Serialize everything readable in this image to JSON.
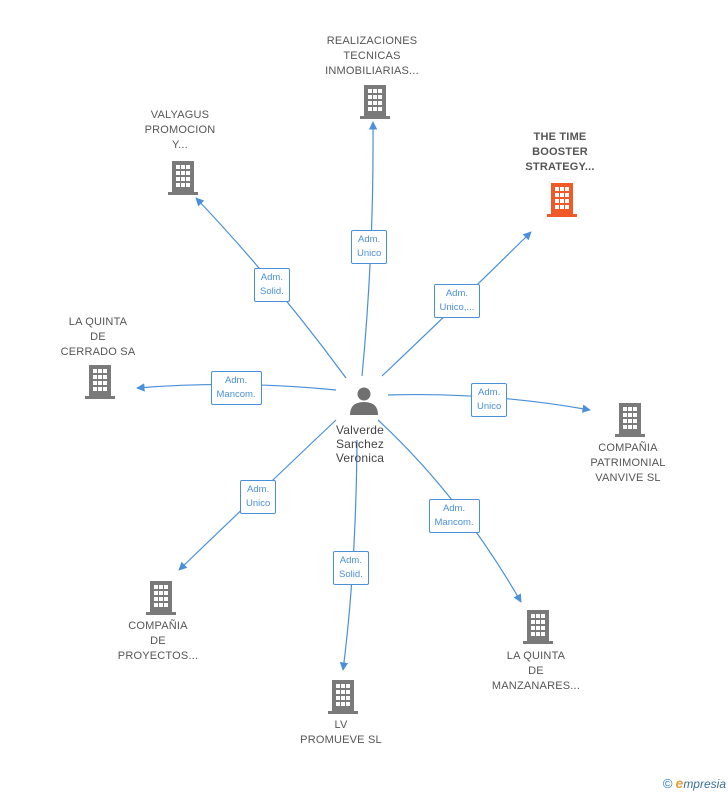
{
  "colors": {
    "edge": "#4a90d9",
    "building": "#7a7a7a",
    "building_highlight": "#f05a28",
    "person": "#707070"
  },
  "center": {
    "name": [
      "Valverde",
      "Sanchez",
      "Veronica"
    ],
    "icon": "person-icon"
  },
  "companies": [
    {
      "id": "realizaciones",
      "name": [
        "REALIZACIONES",
        "TECNICAS",
        "INMOBILIARIAS..."
      ],
      "highlight": false,
      "relation": [
        "Adm.",
        "Unico"
      ]
    },
    {
      "id": "valyagus",
      "name": [
        "VALYAGUS",
        "PROMOCION",
        "Y..."
      ],
      "highlight": false,
      "relation": [
        "Adm.",
        "Solid."
      ]
    },
    {
      "id": "time-booster",
      "name": [
        "THE TIME",
        "BOOSTER",
        "STRATEGY..."
      ],
      "highlight": true,
      "relation": [
        "Adm.",
        "Unico,..."
      ]
    },
    {
      "id": "quinta-cerrado",
      "name": [
        "LA QUINTA",
        "DE",
        "CERRADO SA"
      ],
      "highlight": false,
      "relation": [
        "Adm.",
        "Mancom."
      ]
    },
    {
      "id": "vanvive",
      "name": [
        "COMPAÑIA",
        "PATRIMONIAL",
        "VANVIVE  SL"
      ],
      "highlight": false,
      "relation": [
        "Adm.",
        "Unico"
      ]
    },
    {
      "id": "proyectos",
      "name": [
        "COMPAÑIA",
        "DE",
        "PROYECTOS..."
      ],
      "highlight": false,
      "relation": [
        "Adm.",
        "Unico"
      ]
    },
    {
      "id": "promueve",
      "name": [
        "LV",
        "PROMUEVE  SL"
      ],
      "highlight": false,
      "relation": [
        "Adm.",
        "Solid."
      ]
    },
    {
      "id": "quinta-manzanares",
      "name": [
        "LA QUINTA",
        "DE",
        "MANZANARES..."
      ],
      "highlight": false,
      "relation": [
        "Adm.",
        "Mancom."
      ]
    }
  ],
  "footer": {
    "copyright": "©",
    "brand_initial": "e",
    "brand_rest": "mpresia"
  }
}
